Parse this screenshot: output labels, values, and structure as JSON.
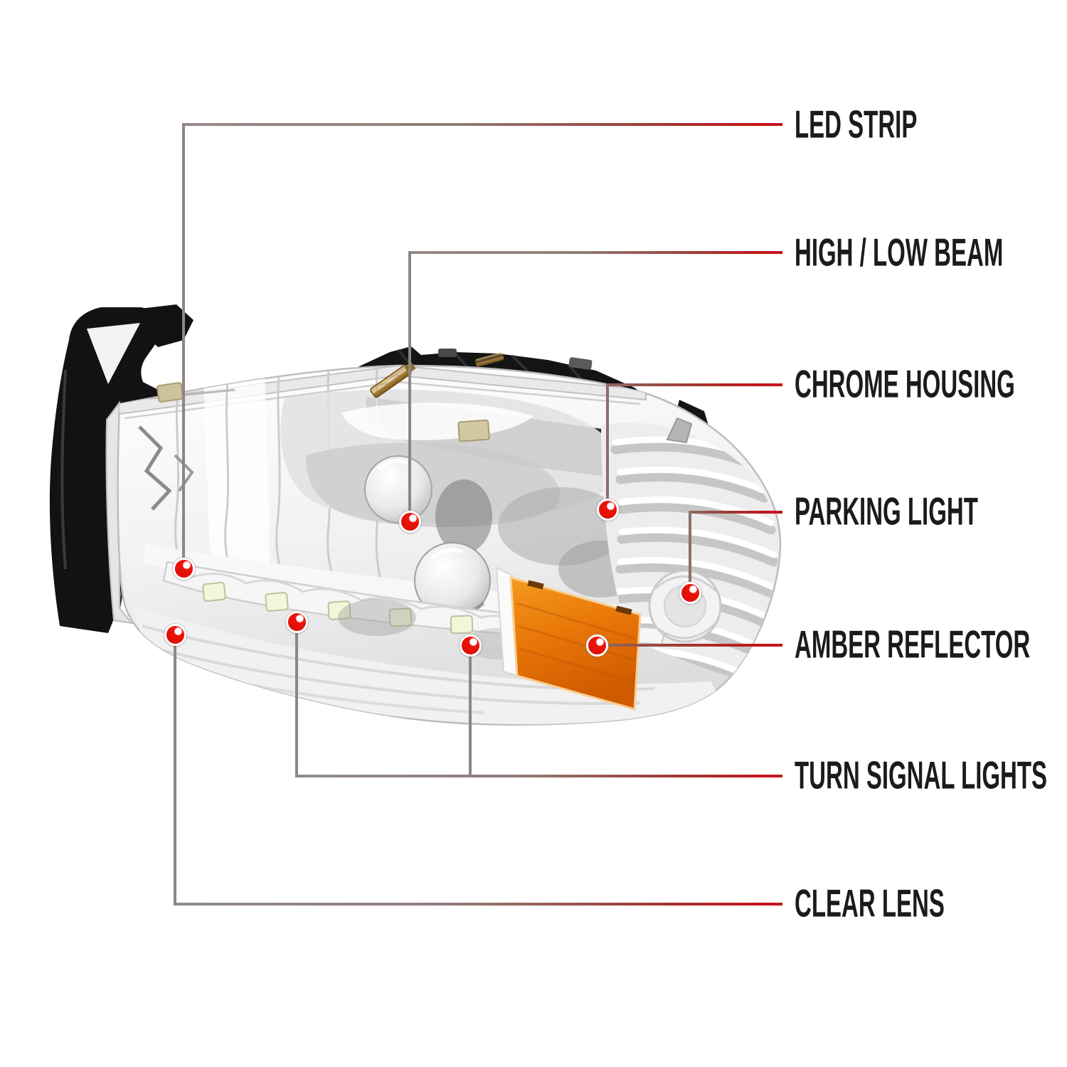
{
  "illustration": {
    "subject": "chrome headlight assembly with black mounting brackets, clear faceted lens, LED strip, bulb domes, ribbed corner lens and amber side reflector"
  },
  "callouts": [
    {
      "label": "LED STRIP"
    },
    {
      "label": "HIGH / LOW BEAM"
    },
    {
      "label": "CHROME HOUSING"
    },
    {
      "label": "PARKING LIGHT"
    },
    {
      "label": "AMBER REFLECTOR"
    },
    {
      "label": "TURN SIGNAL LIGHTS"
    },
    {
      "label": "CLEAR LENS"
    }
  ],
  "colors": {
    "background": "#ffffff",
    "label_text": "#1b1b1b",
    "leader_gray": "#8f8683",
    "leader_red": "#c2161b",
    "marker_red": "#ee1309",
    "amber": "#e87607",
    "bracket_black": "#141414",
    "chrome_light": "#f2f2f2"
  }
}
